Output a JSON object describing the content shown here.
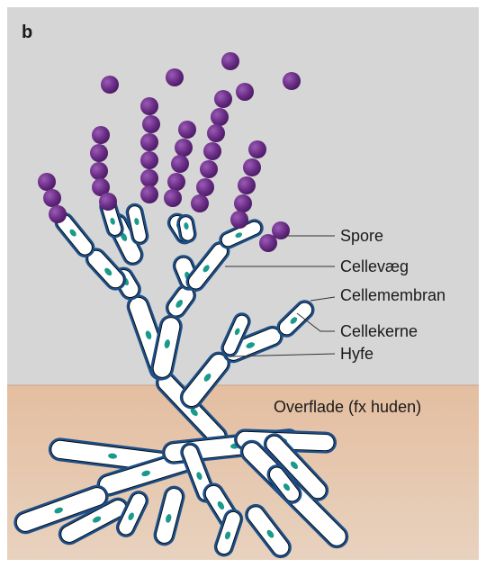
{
  "panel_letter": "b",
  "labels": {
    "spore": "Spore",
    "cellevaeg": "Cellevæg",
    "cellemembran": "Cellemembran",
    "cellekerne": "Cellekerne",
    "hyfe": "Hyfe",
    "surface": "Overflade (fx huden)"
  },
  "colors": {
    "air": "#d6d6d6",
    "skin": "#e4c4a8",
    "spore": "#6a2d86",
    "cell_wall": "#1c4e87",
    "cell_fill": "#ffffff",
    "nucleus": "#1a9a8a",
    "text": "#1a1a1a"
  },
  "icons": {
    "spore": "purple-circle",
    "hyphal-cell": "white-capsule-with-blue-outline",
    "nucleus": "teal-ellipse"
  }
}
